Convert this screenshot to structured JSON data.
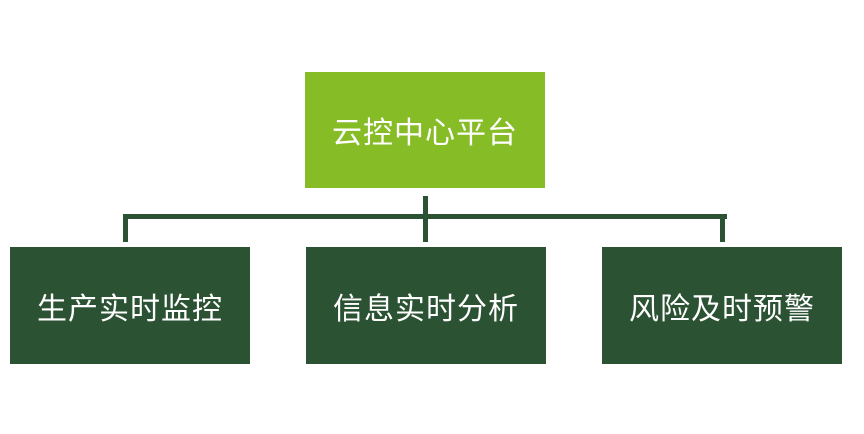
{
  "diagram": {
    "type": "org-chart",
    "root": {
      "label": "云控中心平台",
      "color": "#86BC25"
    },
    "children": [
      {
        "label": "生产实时监控",
        "color": "#2C5234"
      },
      {
        "label": "信息实时分析",
        "color": "#2C5234"
      },
      {
        "label": "风险及时预警",
        "color": "#2C5234"
      }
    ],
    "connector_color": "#2C5234"
  }
}
